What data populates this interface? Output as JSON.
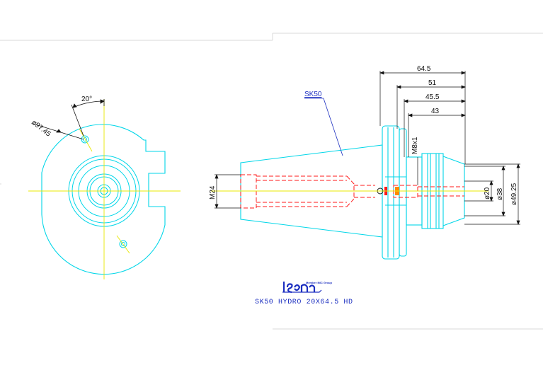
{
  "drawing": {
    "title": "SK50 HYDRO 20X64.5 HD",
    "callout": "SK50",
    "logo": {
      "text": "Iscar",
      "group_text": "Member IMC Group"
    },
    "colors": {
      "outline": "#00d6e8",
      "hidden": "#ff1a1a",
      "center": "#e8e800",
      "dimension": "#111111",
      "callout": "#1c2fc0"
    },
    "front_view": {
      "diameter_label": "ø97.45",
      "angle_label": "20°"
    },
    "side_view": {
      "length_dims": [
        "64.5",
        "51",
        "45.5",
        "43"
      ],
      "thread_label": "M24",
      "screw_label": "M8x1",
      "bore_labels": [
        "ø20",
        "ø38",
        "ø49.25"
      ]
    }
  }
}
